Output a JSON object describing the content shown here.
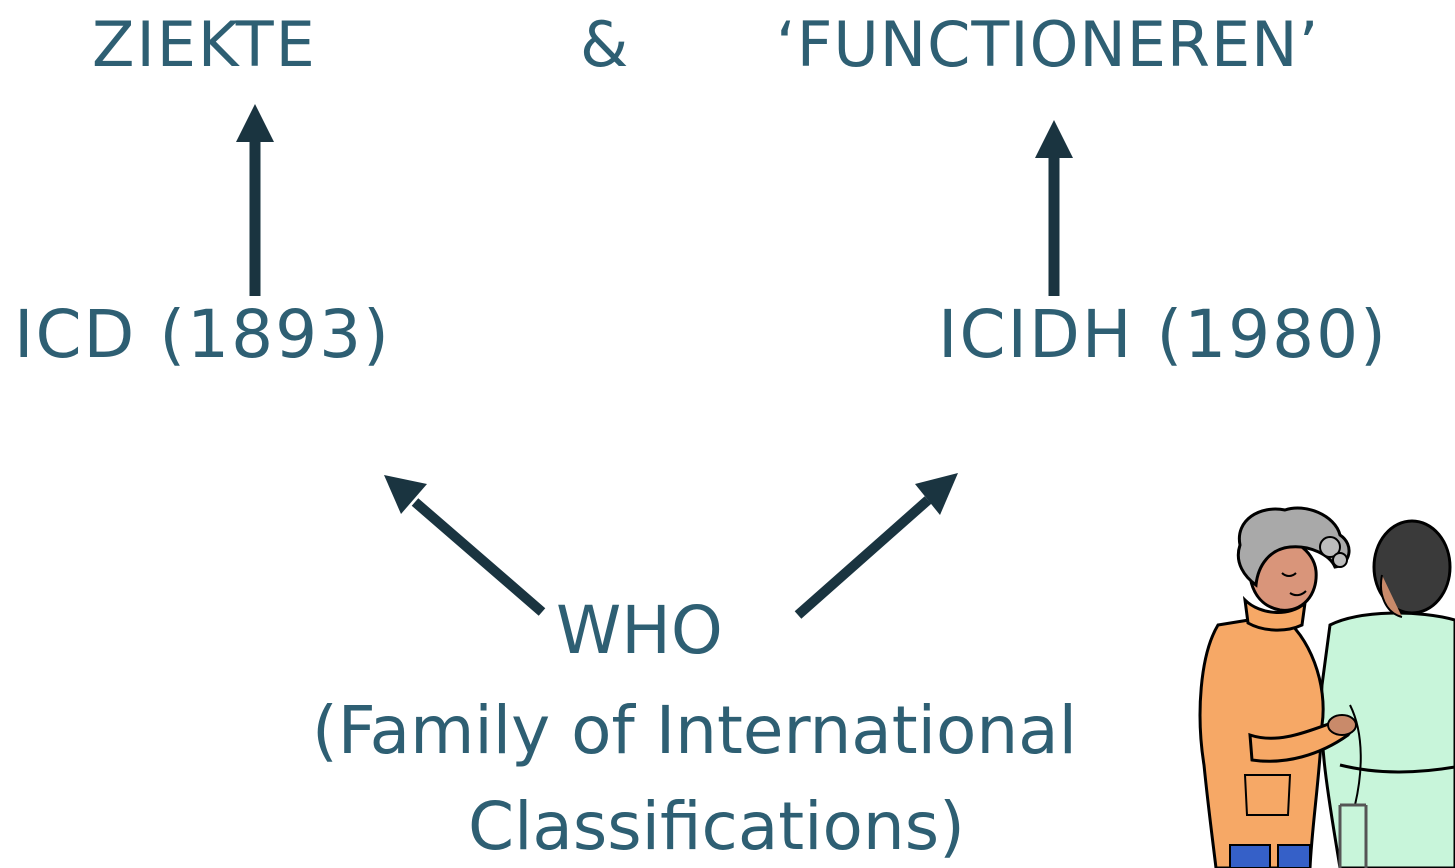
{
  "diagram": {
    "top_left_label": "ZIEKTE",
    "top_connector": "&",
    "top_right_label": "‘FUNCTIONEREN’",
    "mid_left_label": "ICD (1893)",
    "mid_right_label": "ICIDH (1980)",
    "bottom_line1": "WHO",
    "bottom_line2": "(Family of International",
    "bottom_line3": "Classifications)"
  },
  "colors": {
    "text": "#2e5f73",
    "arrow": "#1a3440"
  },
  "clipart": {
    "icon": "caregiver-with-patient-icon"
  }
}
